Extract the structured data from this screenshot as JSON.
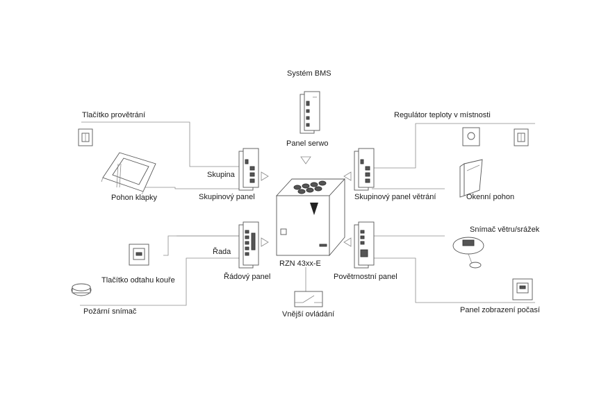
{
  "labels": {
    "bms": "Systém BMS",
    "vent_button": "Tlačítko provětrání",
    "temp_regulator": "Regulátor teploty v místnosti",
    "servo_panel": "Panel serwo",
    "group": "Skupina",
    "group_panel": "Skupinový panel",
    "flap_drive": "Pohon klapky",
    "vent_group_panel": "Skupinový panel větrání",
    "window_drive": "Okenní pohon",
    "row": "Řada",
    "row_panel": "Řádový panel",
    "smoke_button": "Tlačítko odtahu kouře",
    "fire_detector": "Požární snímač",
    "central_unit": "RZN 43xx-E",
    "weather_panel": "Povětrnostní panel",
    "wind_rain_sensor": "Snímač větru/srážek",
    "weather_display": "Panel zobrazení počasí",
    "external_control": "Vnější ovládání"
  }
}
